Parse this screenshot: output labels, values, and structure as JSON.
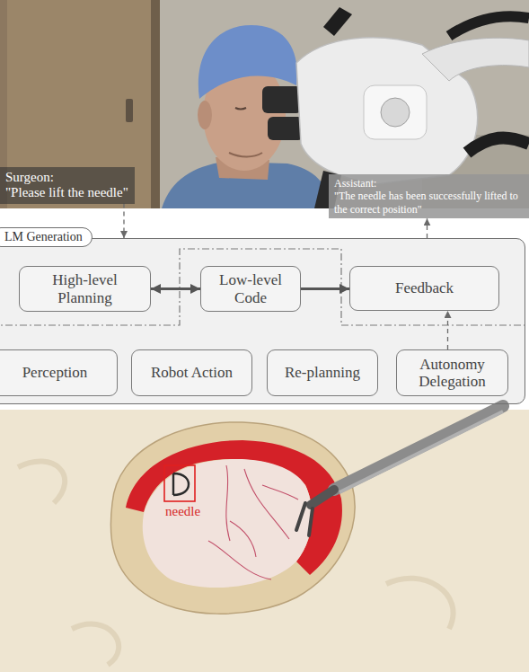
{
  "diagram": {
    "nodes": [
      {
        "text": [
          "Surgeon:",
          "\"Please lift the needle\""
        ]
      },
      {
        "text": [
          "Assistant:",
          "\"The needle has been successfully lifted to the correct position\""
        ]
      },
      {
        "text": [
          "LM Generation"
        ]
      },
      {
        "text": [
          "High-level Planning"
        ],
        "in": 2
      },
      {
        "text": [
          "Low-level Code"
        ],
        "in": 2
      },
      {
        "text": [
          "Feedback"
        ],
        "in": 2
      },
      {
        "text": [
          "Perception"
        ],
        "in": 2
      },
      {
        "text": [
          "Robot Action"
        ],
        "in": 2
      },
      {
        "text": [
          "Re-planning"
        ],
        "in": 2
      },
      {
        "text": [
          "Autonomy Delegation"
        ],
        "in": 2
      }
    ],
    "edges": [
      {
        "from": 0,
        "to": 2,
        "arrow": "to"
      },
      {
        "from": 3,
        "to": 4,
        "arrow": "both"
      },
      {
        "from": 4,
        "to": 5,
        "arrow": "to"
      },
      {
        "from": 9,
        "to": 5,
        "arrow": "to"
      },
      {
        "from": 2,
        "to": 1,
        "arrow": "to"
      }
    ],
    "labels": [
      "needle"
    ]
  }
}
